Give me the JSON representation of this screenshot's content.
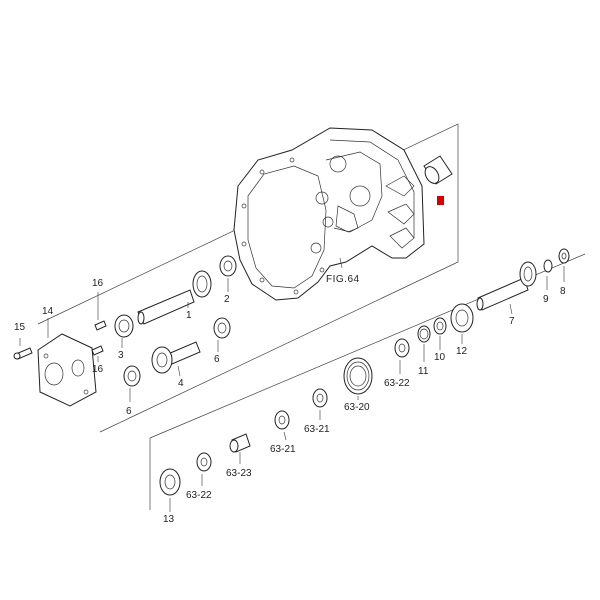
{
  "colors": {
    "line": "#222222",
    "background": "#ffffff",
    "highlight_marker": "#d40000"
  },
  "callouts": {
    "c1": "1",
    "c2": "2",
    "c3": "3",
    "c4": "4",
    "c6a": "6",
    "c6b": "6",
    "c7": "7",
    "c8": "8",
    "c9": "9",
    "c10": "10",
    "c11": "11",
    "c12": "12",
    "c13": "13",
    "c14": "14",
    "c15": "15",
    "c16a": "16",
    "c16b": "16",
    "c63_20": "63-20",
    "c63_21a": "63-21",
    "c63_21b": "63-21",
    "c63_22a": "63-22",
    "c63_22b": "63-22",
    "c63_23": "63-23",
    "fig_ref": "FIG.64"
  }
}
